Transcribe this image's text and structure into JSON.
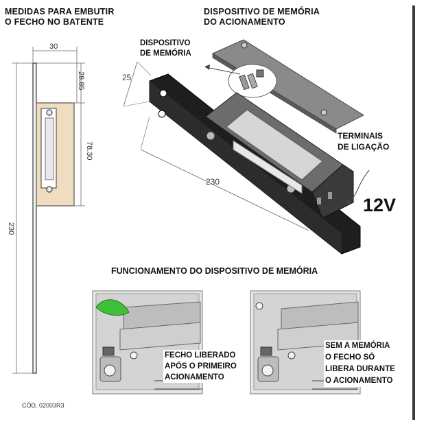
{
  "title_left": [
    "MEDIDAS PARA EMBUTIR",
    "O FECHO NO BATENTE"
  ],
  "title_right": [
    "DISPOSITIVO DE MEMÓRIA",
    "DO ACIONAMENTO"
  ],
  "label_dispositivo": [
    "DISPOSITIVO",
    "DE MEMÓRIA"
  ],
  "label_terminais": [
    "TERMINAIS",
    "DE LIGAÇÃO"
  ],
  "voltage": "12V",
  "dims": {
    "width_30": "30",
    "d_28_85": "28.85",
    "d_78_30": "78.30",
    "d_230_left": "230",
    "d_25": "25",
    "d_230_iso": "230"
  },
  "section_title": "FUNCIONAMENTO DO DISPOSITIVO DE MEMÓRIA",
  "caption_left": [
    "FECHO LIBERADO",
    "APÓS O PRIMEIRO",
    "ACIONAMENTO"
  ],
  "caption_right": [
    "SEM A MEMÓRIA",
    "O FECHO SÓ",
    "LIBERA DURANTE",
    "O ACIONAMENTO"
  ],
  "code": "CÓD. 02003R3",
  "colors": {
    "highlight_green": "#3fbf3a",
    "metal_dark": "#222222",
    "metal_light": "#c9c9c9"
  }
}
